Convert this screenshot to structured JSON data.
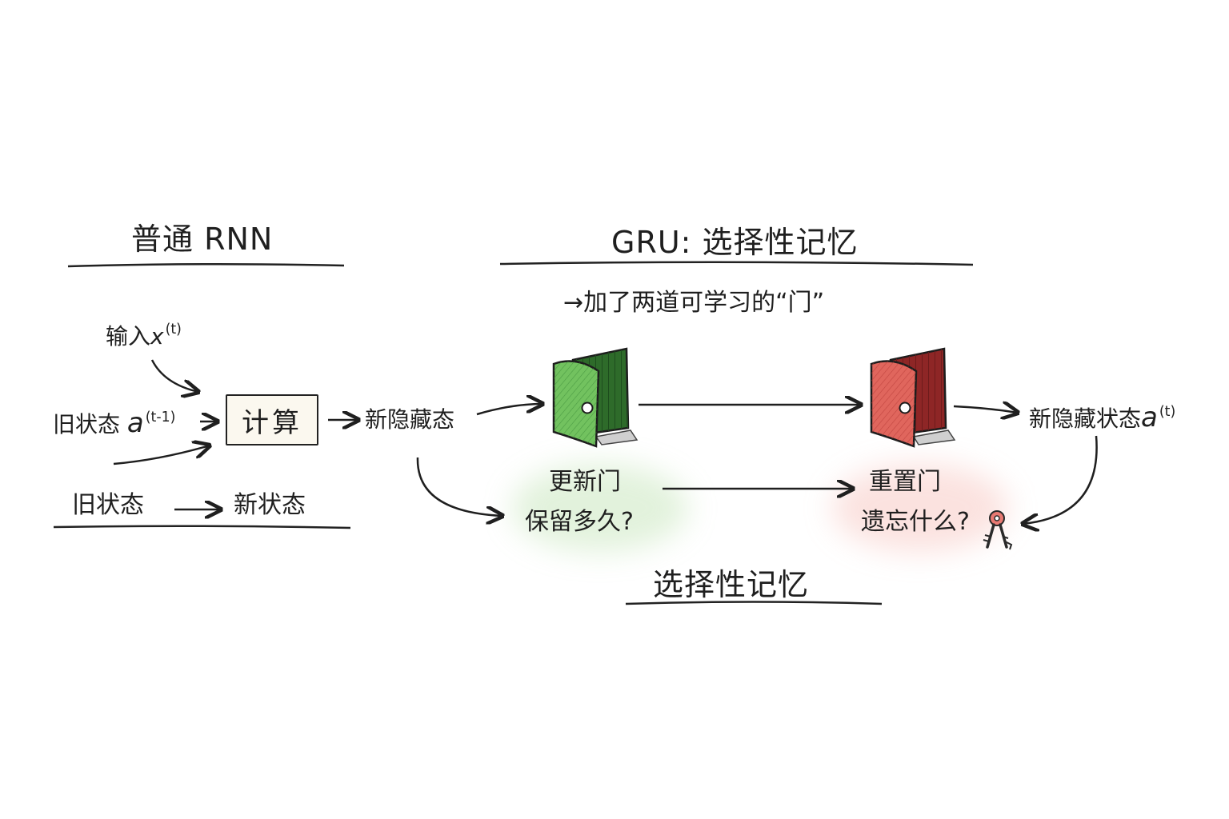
{
  "left_panel": {
    "title": "普通 RNN",
    "input_label": "输入",
    "input_var": "x",
    "input_sup": "(t)",
    "old_state_label": "旧状态",
    "old_state_var": "a",
    "old_state_sup": "(t-1)",
    "compute_box": "计算",
    "new_hidden": "新隐藏态",
    "summary_from": "旧状态",
    "summary_to": "新状态"
  },
  "right_panel": {
    "title": "GRU: 选择性记忆",
    "subtitle": "→加了两道可学习的“门”",
    "update_gate": {
      "name": "更新门",
      "question": "保留多久?",
      "color": "#5fae4e"
    },
    "reset_gate": {
      "name": "重置门",
      "question": "遗忘什么?",
      "color": "#d9534f"
    },
    "output_label": "新隐藏状态",
    "output_var": "a",
    "output_sup": "(t)",
    "footer": "选择性记忆"
  },
  "icons": [
    "green-door-icon",
    "red-door-icon",
    "key-icon"
  ]
}
